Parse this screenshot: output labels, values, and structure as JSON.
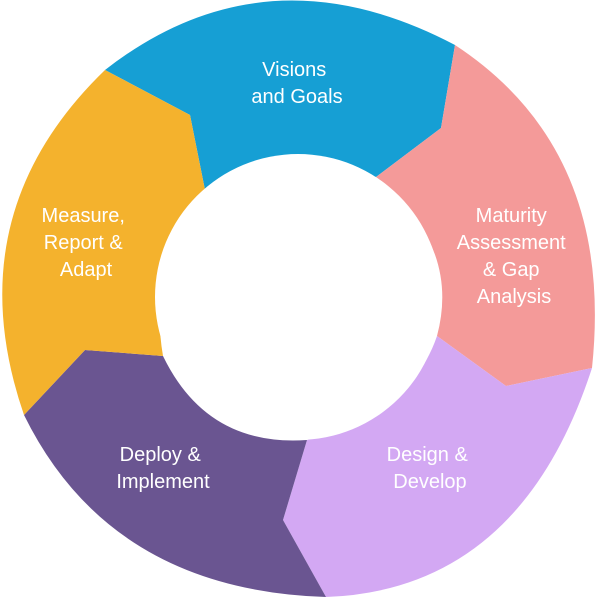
{
  "diagram": {
    "segments": [
      {
        "id": "visions",
        "lines": [
          "Visions",
          "and Goals"
        ],
        "color": "#169FD4"
      },
      {
        "id": "maturity",
        "lines": [
          "Maturity",
          "Assessment",
          "& Gap",
          "Analysis"
        ],
        "color": "#F49A99"
      },
      {
        "id": "design",
        "lines": [
          "Design &",
          "Develop"
        ],
        "color": "#D3A8F3"
      },
      {
        "id": "deploy",
        "lines": [
          "Deploy &",
          "Implement"
        ],
        "color": "#6A5591"
      },
      {
        "id": "measure",
        "lines": [
          "Measure,",
          "Report &",
          "Adapt"
        ],
        "color": "#F4B22D"
      }
    ],
    "center_color": "#FFFFFF"
  }
}
